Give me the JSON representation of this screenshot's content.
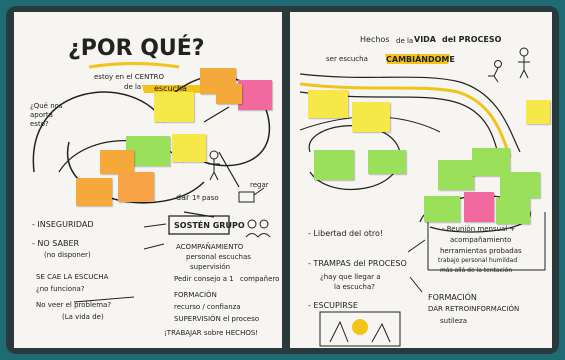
{
  "left_sheet": {
    "title": "¿POR QUÉ?",
    "subtitle_line1": "estoy en el CENTRO",
    "subtitle_line2": "de la",
    "subtitle_highlight": "escucha",
    "question_left": "¿Qué nos aporta esto?",
    "flow_label_1": "dar",
    "flow_label_2": "1ª paso",
    "flow_label_3": "regar",
    "list_left": [
      "- INSEGURIDAD",
      "- NO SABER",
      "(no disponer)",
      "SE CAE LA ESCUCHA",
      "¿no funciona?",
      "No veer el problema?",
      "(La vida de)"
    ],
    "box_label": "SOSTÉN GRUPO",
    "list_right": [
      "ACOMPAÑAMIENTO",
      "personal escuchas",
      "supervisión",
      "Pedir consejo a 1",
      "compañero",
      "FORMACIÓN",
      "recurso / confianza",
      "SUPERVISIÓN el proceso",
      "¡TRABAJAR sobre HECHOS!"
    ]
  },
  "right_sheet": {
    "title_prefix": "Hechos",
    "title_mid": "de la",
    "title_main": "VIDA",
    "title_suffix": "del PROCESO",
    "subtitle": "ser escucha",
    "subtitle_highlight": "CAMBIÁNDOME",
    "list": [
      "- Libertad del otro!",
      "- TRAMPAS del PROCESO",
      "¿hay que llegar a",
      "la escucha?",
      "- ESCUPIRSE"
    ],
    "right_list": [
      "- Reunión mensual +",
      "acompañamiento",
      "herramientas probadas",
      "trabajo personal humildad",
      "más allá de la tentación",
      "FORMACIÓN",
      "DAR RETROINFORMACIÓN",
      "sutileza"
    ]
  },
  "colors": {
    "frame": "#1f6b73",
    "paper": "#f6f5f1",
    "note_yellow": "#f7e84a",
    "note_orange": "#f5a93b",
    "note_pink": "#f06aa0",
    "note_green": "#9be05a",
    "highlight": "#f2c318"
  }
}
